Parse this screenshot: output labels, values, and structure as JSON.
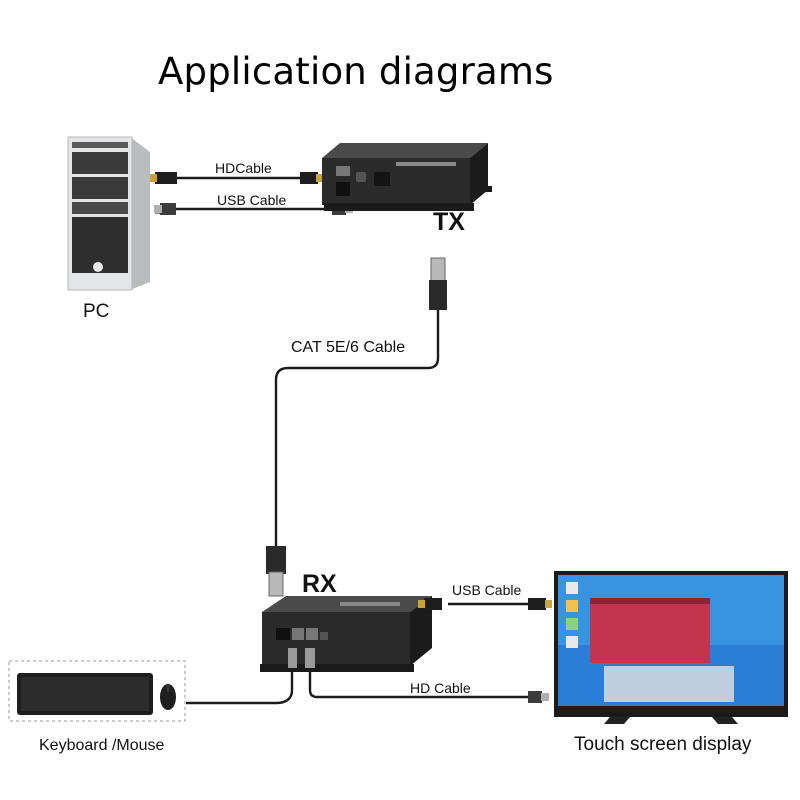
{
  "title": "Application diagrams",
  "devices": {
    "pc": "PC",
    "tx": "TX",
    "rx": "RX",
    "keyboard_mouse": "Keyboard /Mouse",
    "display": "Touch screen display"
  },
  "cables": {
    "pc_hd": "HDCable",
    "pc_usb": "USB Cable",
    "cat": "CAT 5E/6 Cable",
    "rx_usb": "USB Cable",
    "rx_hd": "HD Cable"
  },
  "colors": {
    "cable": "#1a1a1a",
    "device_body": "#2a2a2a",
    "screen_accent": "#2b7ed8"
  }
}
